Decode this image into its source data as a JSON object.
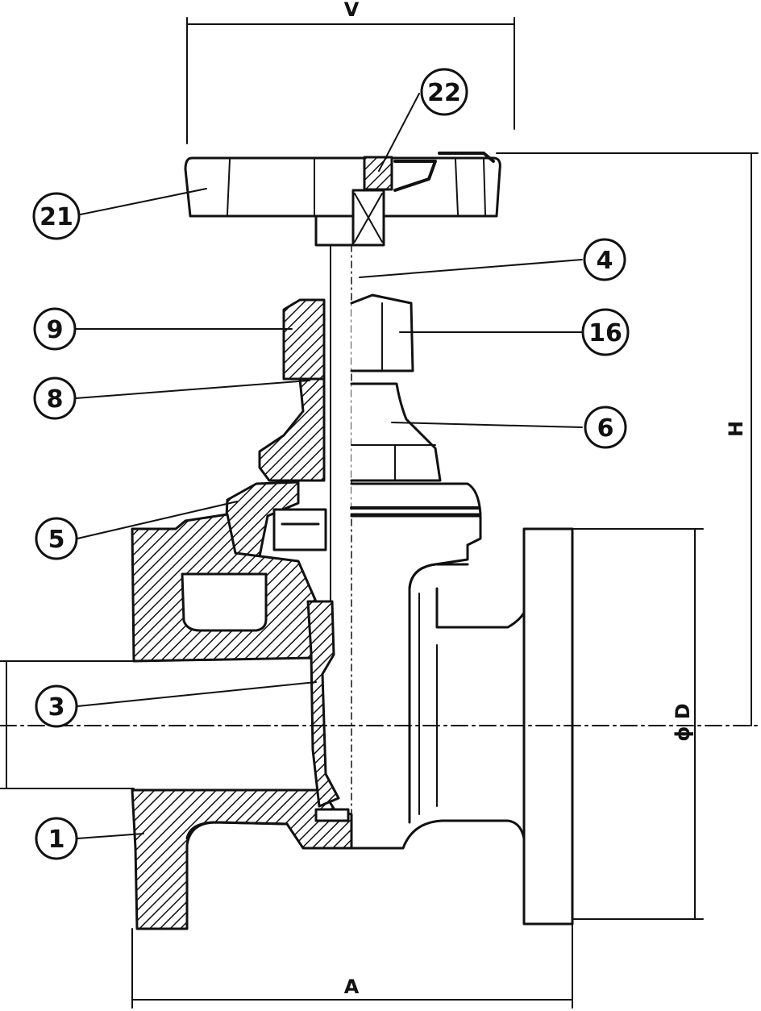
{
  "dimensions": {
    "top": "V",
    "bottom": "A",
    "right_height": "H",
    "flange_diameter": "ϕ D"
  },
  "balloons": {
    "b21": "21",
    "b22": "22",
    "b4": "4",
    "b9": "9",
    "b16": "16",
    "b8": "8",
    "b6": "6",
    "b5": "5",
    "b3": "3",
    "b1": "1"
  },
  "colors": {
    "ink": "#111111",
    "paper": "#ffffff"
  }
}
